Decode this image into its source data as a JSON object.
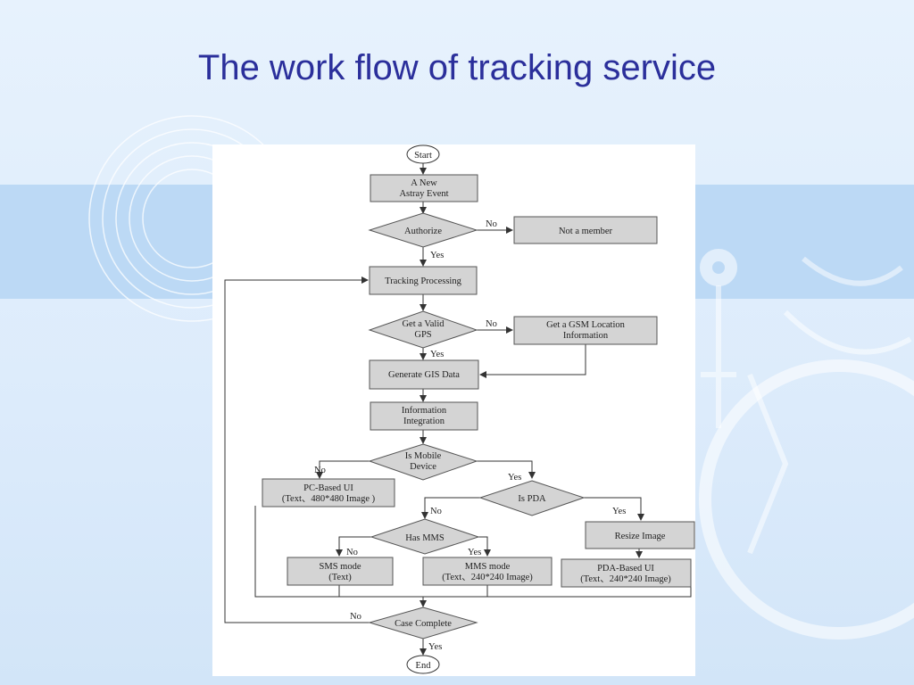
{
  "slide": {
    "title": "The work flow of tracking service",
    "colors": {
      "title": "#2b2f9b",
      "band": "#bcd9f5",
      "node_fill": "#d4d4d4"
    }
  },
  "flowchart": {
    "start": "Start",
    "astray_event": [
      "A New",
      "Astray Event"
    ],
    "authorize": "Authorize",
    "not_member": "Not a member",
    "tracking_processing": "Tracking Processing",
    "valid_gps": [
      "Get a Valid",
      "GPS"
    ],
    "gsm_location": [
      "Get a GSM Location",
      "Information"
    ],
    "generate_gis": "Generate GIS Data",
    "info_integration": [
      "Information",
      "Integration"
    ],
    "is_mobile": [
      "Is Mobile",
      "Device"
    ],
    "pc_ui": [
      "PC-Based UI",
      "(Text、480*480 Image )"
    ],
    "is_pda": "Is PDA",
    "has_mms": "Has MMS",
    "resize_image": "Resize Image",
    "sms_mode": [
      "SMS mode",
      "(Text)"
    ],
    "mms_mode": [
      "MMS mode",
      "(Text、240*240  Image)"
    ],
    "pda_ui": [
      "PDA-Based UI",
      "(Text、240*240 Image)"
    ],
    "case_complete": "Case Complete",
    "end": "End",
    "labels": {
      "authorize_no": "No",
      "authorize_yes": "Yes",
      "gps_no": "No",
      "gps_yes": "Yes",
      "mobile_no": "No",
      "mobile_yes": "Yes",
      "pda_no": "No",
      "pda_yes": "Yes",
      "mms_no": "No",
      "mms_yes": "Yes",
      "complete_no": "No",
      "complete_yes": "Yes"
    }
  }
}
